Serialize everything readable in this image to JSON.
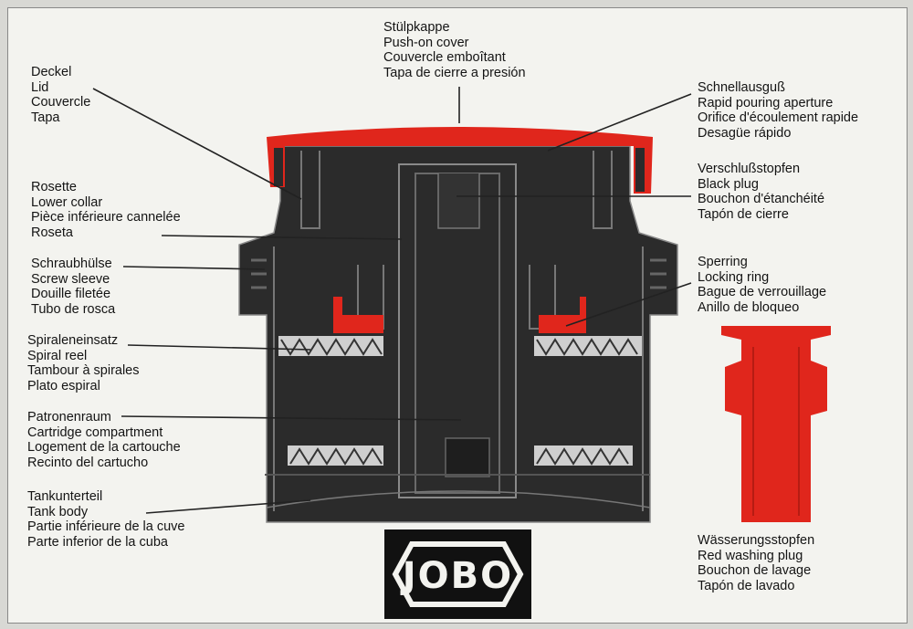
{
  "labels": {
    "push_on_cover": [
      "Stülpkappe",
      "Push-on cover",
      "Couvercle emboîtant",
      "Tapa de cierre a presión"
    ],
    "lid": [
      "Deckel",
      "Lid",
      "Couvercle",
      "Tapa"
    ],
    "rapid_pouring": [
      "Schnellausguß",
      "Rapid pouring aperture",
      "Orifice d'écoulement rapide",
      "Desagüe rápido"
    ],
    "black_plug": [
      "Verschlußstopfen",
      "Black plug",
      "Bouchon d'étanchéité",
      "Tapón de cierre"
    ],
    "rosette": [
      "Rosette",
      "Lower collar",
      "Pièce inférieure cannelée",
      "Roseta"
    ],
    "screw_sleeve": [
      "Schraubhülse",
      "Screw sleeve",
      "Douille filetée",
      "Tubo de rosca"
    ],
    "locking_ring": [
      "Sperring",
      "Locking ring",
      "Bague de verrouillage",
      "Anillo de bloqueo"
    ],
    "spiral_reel": [
      "Spiraleneinsatz",
      "Spiral reel",
      "Tambour à spirales",
      "Plato espiral"
    ],
    "cartridge": [
      "Patronenraum",
      "Cartridge compartment",
      "Logement de la cartouche",
      "Recinto del cartucho"
    ],
    "tank_body": [
      "Tankunterteil",
      "Tank body",
      "Partie inférieure de la cuve",
      "Parte inferior de la cuba"
    ],
    "washing_plug": [
      "Wässerungsstopfen",
      "Red washing plug",
      "Bouchon de lavage",
      "Tapón de lavado"
    ]
  },
  "logo_text": "JOBO",
  "colors": {
    "red": "#e0261c",
    "tank": "#2b2b2b",
    "tank_outline": "#8a8a8a",
    "background": "#f3f3ef",
    "ink": "#141414"
  }
}
